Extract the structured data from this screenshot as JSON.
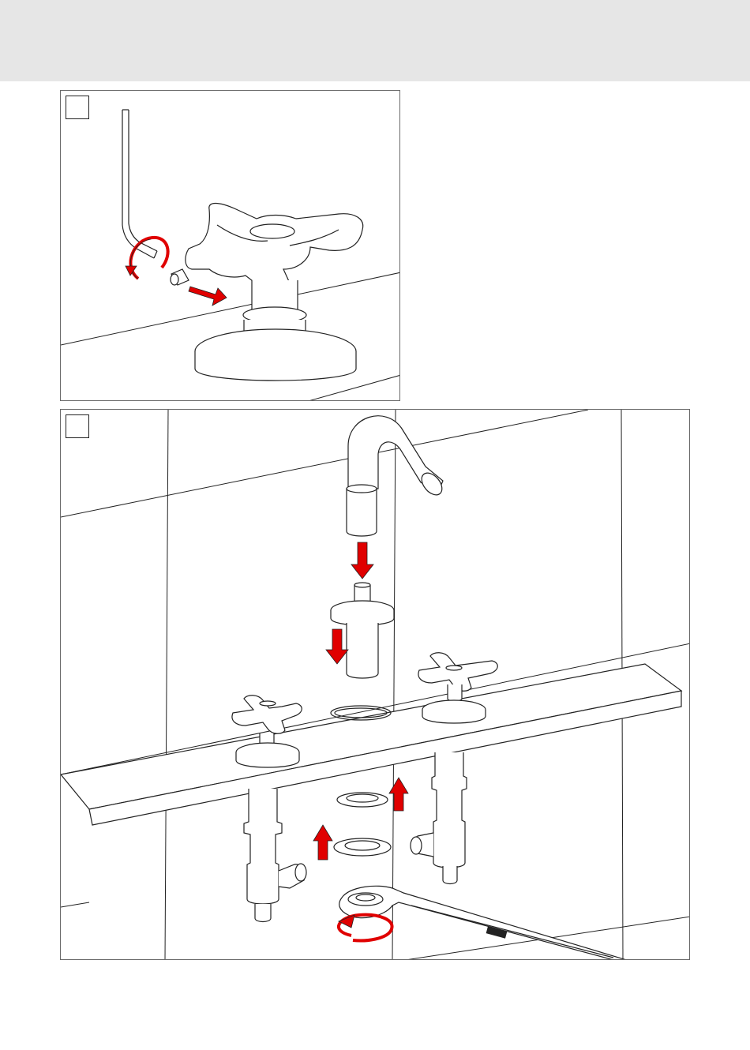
{
  "figure": {
    "panels": [
      {
        "id": "panel-1",
        "step_label": "",
        "depicts": [
          "allen-key",
          "grub-screw",
          "cross-handle",
          "escutcheon"
        ]
      },
      {
        "id": "panel-2",
        "step_label": "",
        "depicts": [
          "bidet-spout",
          "spout-mounting-flange",
          "o-ring",
          "cross-handle-left",
          "cross-handle-right",
          "angle-valve-left",
          "angle-valve-right",
          "washer",
          "lock-nut",
          "open-end-wrench"
        ]
      }
    ]
  },
  "colors": {
    "top_band": "#e6e6e6",
    "line": "#222222",
    "arrow_red": "#e00000",
    "panel_border": "#6a6a6a"
  },
  "icons": {
    "arrow": "red-arrow-icon",
    "rotate": "red-rotation-arrow-icon"
  }
}
